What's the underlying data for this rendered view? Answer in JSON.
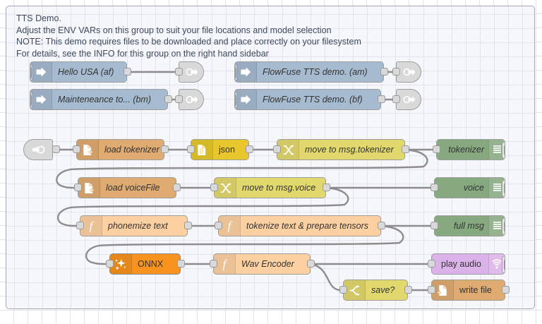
{
  "editor": {
    "app": "node-red-flow-canvas",
    "grid_spacing": "20px"
  },
  "group": {
    "comment_lines": [
      "TTS Demo.",
      "Adjust the ENV VARs on this group to suit your file locations and model selection",
      "NOTE: This demo requires files to be downloaded and place correctly on your filesystem",
      "For details, see the INFO for this group on the right hand sidebar"
    ],
    "comment_text": "TTS Demo.\nAdjust the ENV VARs on this group to suit your file locations and model selection\nNOTE: This demo requires files to be downloaded and place correctly on your filesystem\nFor details, see the INFO for this group on the right hand sidebar"
  },
  "colors": {
    "inject": "#a6bbcf",
    "link": "#d9d9d9",
    "file": "#dfab71",
    "json": "#e7c72b",
    "change": "#e2d96e",
    "switch": "#e2d96e",
    "function": "#fdd0a2",
    "debug": "#87a980",
    "onnx": "#f7931e",
    "audio": "#dcb2ea",
    "wire": "#8d8d8d",
    "group_border": "#a4a7b5",
    "group_fill": "#f6f7fb",
    "grid": "#e3e3ef"
  },
  "nodes": [
    {
      "id": "inject-af",
      "label": "Hello USA (af)",
      "icon": "inject-arrow-icon",
      "type": "inject"
    },
    {
      "id": "inject-bm",
      "label": "Mainteneance to... (bm)",
      "icon": "inject-arrow-icon",
      "type": "inject"
    },
    {
      "id": "inject-am",
      "label": "FlowFuse TTS demo. (am)",
      "icon": "inject-arrow-icon",
      "type": "inject"
    },
    {
      "id": "inject-bf",
      "label": "FlowFuse TTS demo. (bf)",
      "icon": "inject-arrow-icon",
      "type": "inject"
    },
    {
      "id": "link-out-1",
      "label": "",
      "icon": "link-out-icon",
      "type": "link-out"
    },
    {
      "id": "link-out-2",
      "label": "",
      "icon": "link-out-icon",
      "type": "link-out"
    },
    {
      "id": "link-out-3",
      "label": "",
      "icon": "link-out-icon",
      "type": "link-out"
    },
    {
      "id": "link-out-4",
      "label": "",
      "icon": "link-out-icon",
      "type": "link-out"
    },
    {
      "id": "link-in-1",
      "label": "",
      "icon": "link-in-icon",
      "type": "link-in"
    },
    {
      "id": "load-tokenizer",
      "label": "load tokenizer",
      "icon": "file-read-icon",
      "type": "file-in"
    },
    {
      "id": "json",
      "label": "json",
      "icon": "json-braces-icon",
      "type": "json"
    },
    {
      "id": "move-tokenizer",
      "label": "move to msg.tokenizer",
      "icon": "change-shuffle-icon",
      "type": "change"
    },
    {
      "id": "debug-tokenizer",
      "label": "tokenizer",
      "icon": "debug-lines-icon",
      "type": "debug"
    },
    {
      "id": "load-voicefile",
      "label": "load voiceFile",
      "icon": "file-read-icon",
      "type": "file-in"
    },
    {
      "id": "move-voice",
      "label": "move to msg.voice",
      "icon": "change-shuffle-icon",
      "type": "change"
    },
    {
      "id": "debug-voice",
      "label": "voice",
      "icon": "debug-lines-icon",
      "type": "debug"
    },
    {
      "id": "phonemize-text",
      "label": "phonemize text",
      "icon": "function-f-icon",
      "type": "function"
    },
    {
      "id": "tokenize-text",
      "label": "tokenize text & prepare tensors",
      "icon": "function-f-icon",
      "type": "function"
    },
    {
      "id": "debug-fullmsg",
      "label": "full msg",
      "icon": "debug-lines-icon",
      "type": "debug"
    },
    {
      "id": "onnx",
      "label": "ONNX",
      "icon": "onnx-sparkle-icon",
      "type": "onnx"
    },
    {
      "id": "wav-encoder",
      "label": "Wav Encoder",
      "icon": "function-f-icon",
      "type": "function"
    },
    {
      "id": "play-audio",
      "label": "play audio",
      "icon": "audio-waves-icon",
      "type": "audio-out"
    },
    {
      "id": "save-switch",
      "label": "save?",
      "icon": "switch-branch-icon",
      "type": "switch"
    },
    {
      "id": "write-file",
      "label": "write file",
      "icon": "file-write-icon",
      "type": "file-out"
    }
  ]
}
